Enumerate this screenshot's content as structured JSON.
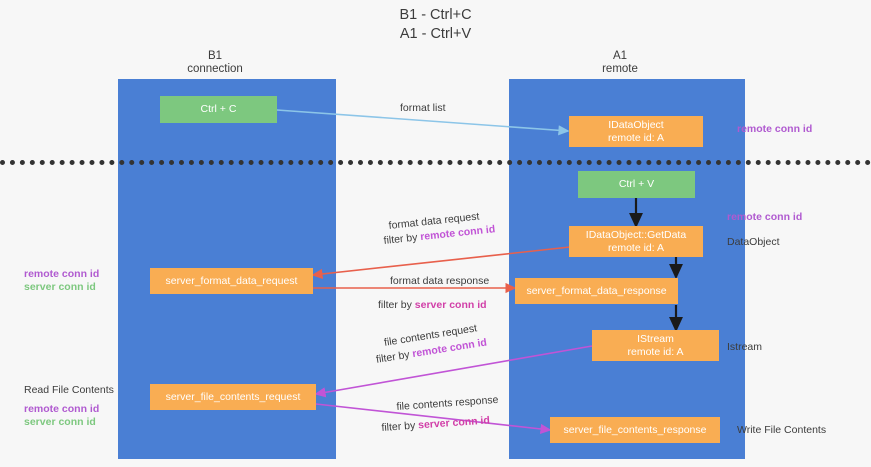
{
  "title": "B1 - Ctrl+C\nA1 - Ctrl+V",
  "columns": [
    {
      "name": "column-b1",
      "label": "B1\nconnection"
    },
    {
      "name": "column-a1",
      "label": "A1\nremote"
    }
  ],
  "boxes": {
    "ctrl_c": {
      "line1": "Ctrl + C",
      "line2": ""
    },
    "idataobject": {
      "line1": "IDataObject",
      "line2": "remote id: A"
    },
    "ctrl_v": {
      "line1": "Ctrl + V",
      "line2": ""
    },
    "getdata": {
      "line1": "IDataObject::GetData",
      "line2": "remote id: A"
    },
    "server_format_data_request": {
      "line1": "server_format_data_request",
      "line2": ""
    },
    "server_format_data_response": {
      "line1": "server_format_data_response",
      "line2": ""
    },
    "istream": {
      "line1": "IStream",
      "line2": "remote id: A"
    },
    "server_file_contents_request": {
      "line1": "server_file_contents_request",
      "line2": ""
    },
    "server_file_contents_response": {
      "line1": "server_file_contents_response",
      "line2": ""
    }
  },
  "arrow_labels": {
    "format_list": "format list",
    "format_data_request": "format data request",
    "format_data_request_filter_prefix": "filter by ",
    "format_data_request_filter_key": "remote conn id",
    "format_data_response": "format data response",
    "format_data_response_filter_prefix": "filter by ",
    "format_data_response_filter_key": "server conn id",
    "file_contents_request": "file contents request",
    "file_contents_request_filter_prefix": "filter by ",
    "file_contents_request_filter_key": "remote conn id",
    "file_contents_response": "file contents response",
    "file_contents_response_filter_prefix": "filter by ",
    "file_contents_response_filter_key": "server conn id"
  },
  "side_labels": {
    "right_remote_conn_id_top": "remote conn id",
    "right_remote_conn_id_mid": "remote conn id",
    "right_dataobject": "DataObject",
    "right_istream": "Istream",
    "right_write_file_contents": "Write File Contents",
    "left_remote_conn_id": "remote conn id",
    "left_server_conn_id": "server conn id",
    "left_read_file_contents": "Read File Contents",
    "left_bottom_remote_conn_id": "remote conn id",
    "left_bottom_server_conn_id": "server conn id"
  },
  "colors": {
    "lane": "#4a7fd4",
    "box_orange": "#f9ad53",
    "box_green": "#7dc87f",
    "arrow_blue": "#8cc5e8",
    "arrow_red": "#e8604c",
    "arrow_magenta": "#c154d6",
    "arrow_black": "#1a1a1a",
    "purple_text": "#b05ad0",
    "green_text": "#7dc87f",
    "background": "#f7f7f7"
  }
}
